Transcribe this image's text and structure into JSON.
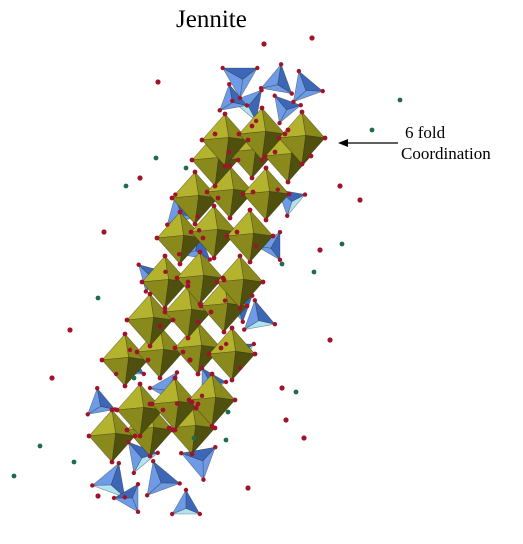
{
  "title": "Jennite",
  "annotation": {
    "line1": "6 fold",
    "line2": "Coordination"
  },
  "colors": {
    "octahedra": "#8a8a1c",
    "octahedra_light": "#b3b32e",
    "octahedra_dark": "#4f4f0e",
    "tetrahedra": "#6d9be8",
    "tetrahedra_light": "#aee3f5",
    "tetrahedra_dark": "#3c66b8",
    "oxygen": "#a0142b",
    "water": "#1f6b4a"
  },
  "icons": [
    "octahedron-shape",
    "tetrahedron-shape",
    "atom-dot"
  ]
}
